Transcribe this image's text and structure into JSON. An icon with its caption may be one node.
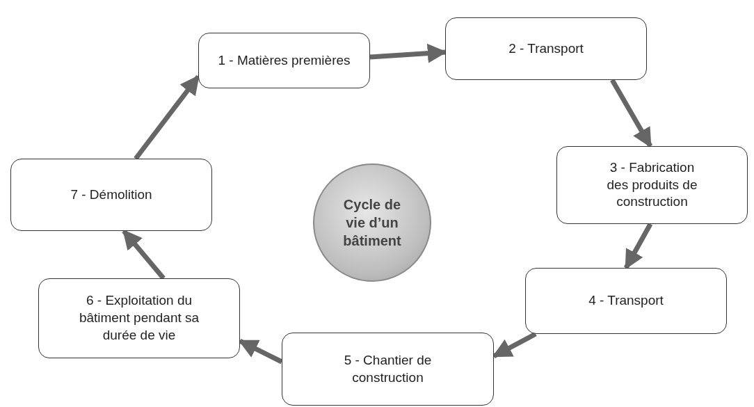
{
  "diagram": {
    "nodes": [
      {
        "text": [
          "1 - Matières premières"
        ]
      },
      {
        "text": [
          "2 - Transport"
        ]
      },
      {
        "text": [
          "3 - Fabrication des produits de construction"
        ]
      },
      {
        "text": [
          "4 - Transport"
        ]
      },
      {
        "text": [
          "5 - Chantier de construction"
        ]
      },
      {
        "text": [
          "6 - Exploitation du bâtiment pendant sa durée de vie"
        ]
      },
      {
        "text": [
          "7 - Démolition"
        ]
      },
      {
        "text": [
          "Cycle de vie d’un bâtiment"
        ]
      }
    ],
    "edges": [
      {
        "from": 0,
        "to": 1,
        "arrow": "to"
      },
      {
        "from": 1,
        "to": 2,
        "arrow": "to"
      },
      {
        "from": 2,
        "to": 3,
        "arrow": "to"
      },
      {
        "from": 3,
        "to": 4,
        "arrow": "to"
      },
      {
        "from": 4,
        "to": 5,
        "arrow": "to"
      },
      {
        "from": 5,
        "to": 6,
        "arrow": "to"
      },
      {
        "from": 6,
        "to": 0,
        "arrow": "to"
      }
    ]
  }
}
